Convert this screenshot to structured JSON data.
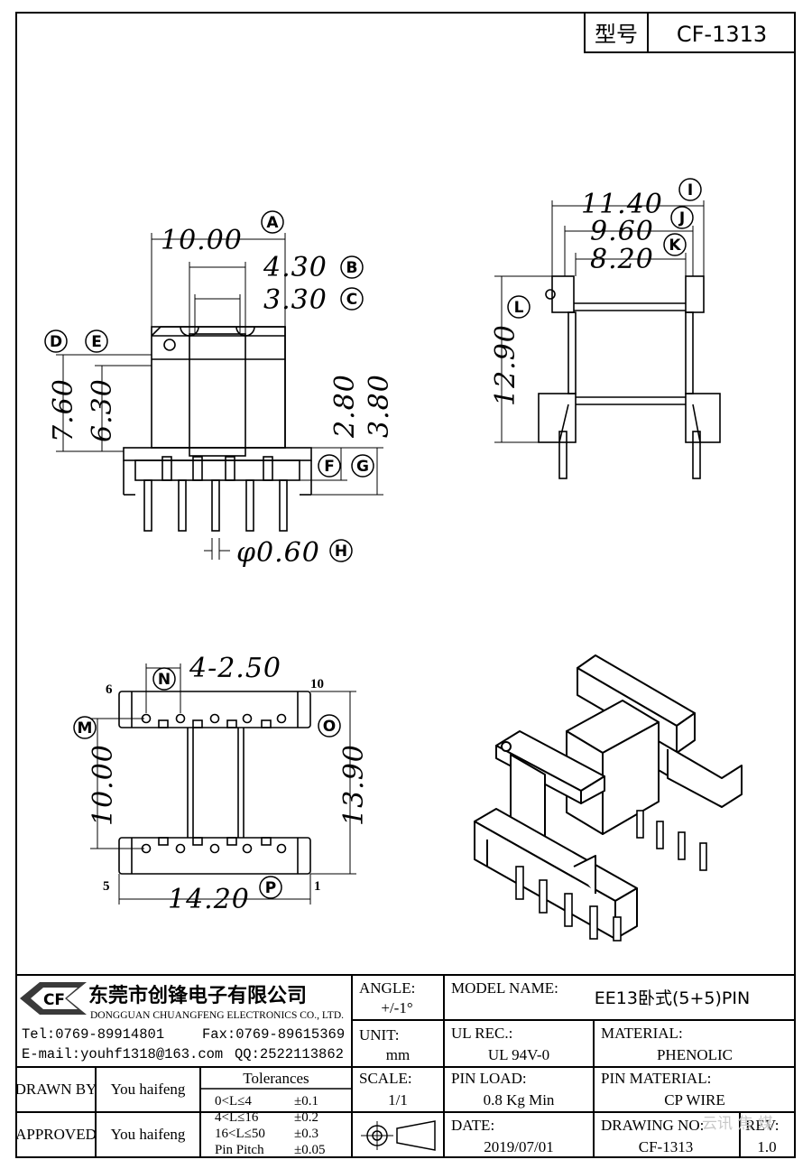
{
  "header": {
    "type_label": "型号",
    "model_code": "CF-1313"
  },
  "front_view": {
    "dims": {
      "A": "10.00",
      "B": "4.30",
      "C": "3.30",
      "D": "7.60",
      "E": "6.30",
      "F": "2.80",
      "G": "3.80",
      "H": "φ0.60"
    },
    "letters": [
      "A",
      "B",
      "C",
      "D",
      "E",
      "F",
      "G",
      "H"
    ]
  },
  "side_view": {
    "dims": {
      "I": "11.40",
      "J": "9.60",
      "K": "8.20",
      "L": "12.90"
    },
    "letters": [
      "I",
      "J",
      "K",
      "L"
    ]
  },
  "bottom_view": {
    "dims": {
      "N": "4-2.50",
      "M": "10.00",
      "O": "13.90",
      "P": "14.20"
    },
    "letters": [
      "N",
      "M",
      "O",
      "P"
    ],
    "pin_numbers": {
      "top_left": "6",
      "top_right": "10",
      "bottom_left": "5",
      "bottom_right": "1"
    }
  },
  "title_block": {
    "company_cn": "东莞市创锋电子有限公司",
    "company_en": "DONGGUAN CHUANGFENG ELECTRONICS CO., LTD.",
    "logo_text": "CF",
    "tel": "Tel:0769-89914801",
    "fax": "Fax:0769-89615369",
    "email": "E-mail:youhf1318@163.com",
    "qq": "QQ:2522113862",
    "angle_label": "ANGLE:",
    "angle_value": "+/-1°",
    "unit_label": "UNIT:",
    "unit_value": "mm",
    "scale_label": "SCALE:",
    "scale_value": "1/1",
    "model_name_label": "MODEL NAME:",
    "model_name_value": "EE13卧式(5+5)PIN",
    "ul_rec_label": "UL REC.:",
    "ul_rec_value": "UL 94V-0",
    "material_label": "MATERIAL:",
    "material_value": "PHENOLIC",
    "pin_load_label": "PIN LOAD:",
    "pin_load_value": "0.8 Kg Min",
    "pin_material_label": "PIN MATERIAL:",
    "pin_material_value": "CP WIRE",
    "date_label": "DATE:",
    "date_value": "2019/07/01",
    "drawing_no_label": "DRAWING NO:",
    "drawing_no_value": "CF-1313",
    "rev_label": "REV:",
    "rev_value": "1.0",
    "drawn_by_label": "DRAWN BY",
    "drawn_by_value": "You haifeng",
    "approved_label": "APPROVED",
    "approved_value": "You haifeng",
    "tolerances_title": "Tolerances",
    "tolerances": [
      {
        "range": "0<L≤4",
        "value": "±0.1"
      },
      {
        "range": "4<L≤16",
        "value": "±0.2"
      },
      {
        "range": "16<L≤50",
        "value": "±0.3"
      },
      {
        "range": "Pin Pitch",
        "value": "±0.05"
      }
    ],
    "watermark": "云讯 焦 煤"
  }
}
